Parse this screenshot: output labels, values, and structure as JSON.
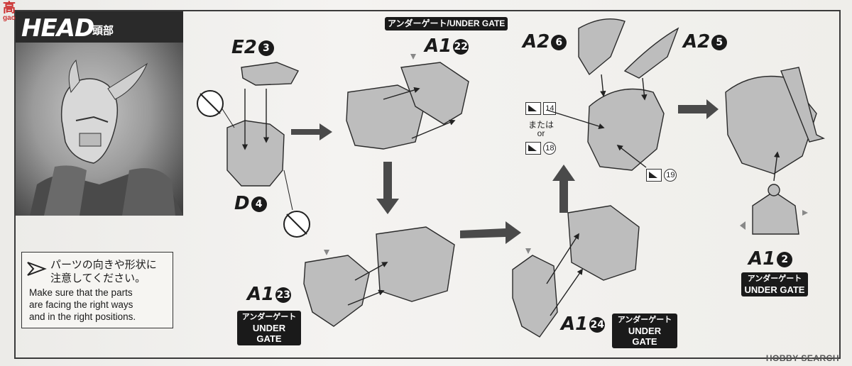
{
  "header": {
    "title_en": "HEAD",
    "title_jp": "頭部"
  },
  "parts": {
    "e2": {
      "letter": "E2",
      "num": "3"
    },
    "d": {
      "letter": "D",
      "num": "4"
    },
    "a1_22": {
      "letter": "A1",
      "num": "22"
    },
    "a1_23": {
      "letter": "A1",
      "num": "23"
    },
    "a1_24": {
      "letter": "A1",
      "num": "24"
    },
    "a2_6": {
      "letter": "A2",
      "num": "6"
    },
    "a2_5": {
      "letter": "A2",
      "num": "5"
    },
    "a1_2": {
      "letter": "A1",
      "num": "2"
    }
  },
  "gates": {
    "top": "アンダーゲート/UNDER GATE",
    "jp": "アンダーゲート",
    "en": "UNDER GATE"
  },
  "stickers": {
    "s14": "14",
    "s18": "18",
    "s19": "19",
    "or_jp": "または",
    "or_en": "or"
  },
  "note": {
    "jp_line1": "パーツの向きや形状に",
    "jp_line2": "注意してください。",
    "en_line1": "Make sure that the parts",
    "en_line2": "are facing the right ways",
    "en_line3": "and in the right positions."
  },
  "watermark": {
    "line1": "高",
    "line2": "gao-shou.com"
  },
  "brand": "HOBBY SEARCH"
}
